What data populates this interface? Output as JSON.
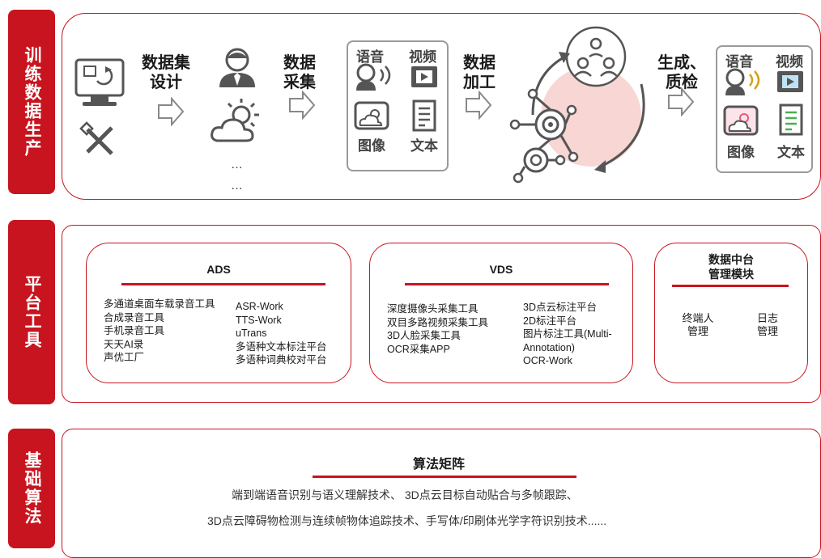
{
  "sections": {
    "production": "训练数据生产",
    "platform": "平台工具",
    "algorithm": "基础算法"
  },
  "flow": {
    "dataset_design": [
      "数据集",
      "设计"
    ],
    "data_collection": [
      "数据",
      "采集"
    ],
    "data_processing": [
      "数据",
      "加工"
    ],
    "generation_qc": [
      "生成、",
      "质检"
    ],
    "ellipsis": "…",
    "media_left": {
      "voice": "语音",
      "video": "视频",
      "image": "图像",
      "text": "文本"
    },
    "media_right": {
      "voice": "语音",
      "video": "视频",
      "image": "图像",
      "text": "文本"
    }
  },
  "ads": {
    "title": "ADS",
    "left_items": [
      "多通道桌面车载录音工具",
      "合成录音工具",
      "手机录音工具",
      "天天AI录",
      "声优工厂"
    ],
    "right_items": [
      "ASR-Work",
      "TTS-Work",
      "uTrans",
      "多语种文本标注平台",
      "多语种词典校对平台"
    ]
  },
  "vds": {
    "title": "VDS",
    "left_items": [
      "深度摄像头采集工具",
      "双目多路视频采集工具",
      "3D人脸采集工具",
      "OCR采集APP"
    ],
    "right_items": [
      "3D点云标注平台",
      "2D标注平台",
      "图片标注工具(Multi-",
      "Annotation)",
      "OCR-Work"
    ]
  },
  "middle": {
    "title_line1": "数据中台",
    "title_line2": "管理模块",
    "left_line1": "终端人",
    "left_line2": "管理",
    "right_line1": "日志",
    "right_line2": "管理"
  },
  "algo": {
    "title": "算法矩阵",
    "line1": "端到端语音识别与语义理解技术、 3D点云目标自动贴合与多帧跟踪、",
    "line2": "3D点云障碍物检测与连续帧物体追踪技术、手写体/印刷体光学字符识别技术......"
  },
  "colors": {
    "accent": "#c8141e",
    "gray_border": "#9a9a9a"
  }
}
